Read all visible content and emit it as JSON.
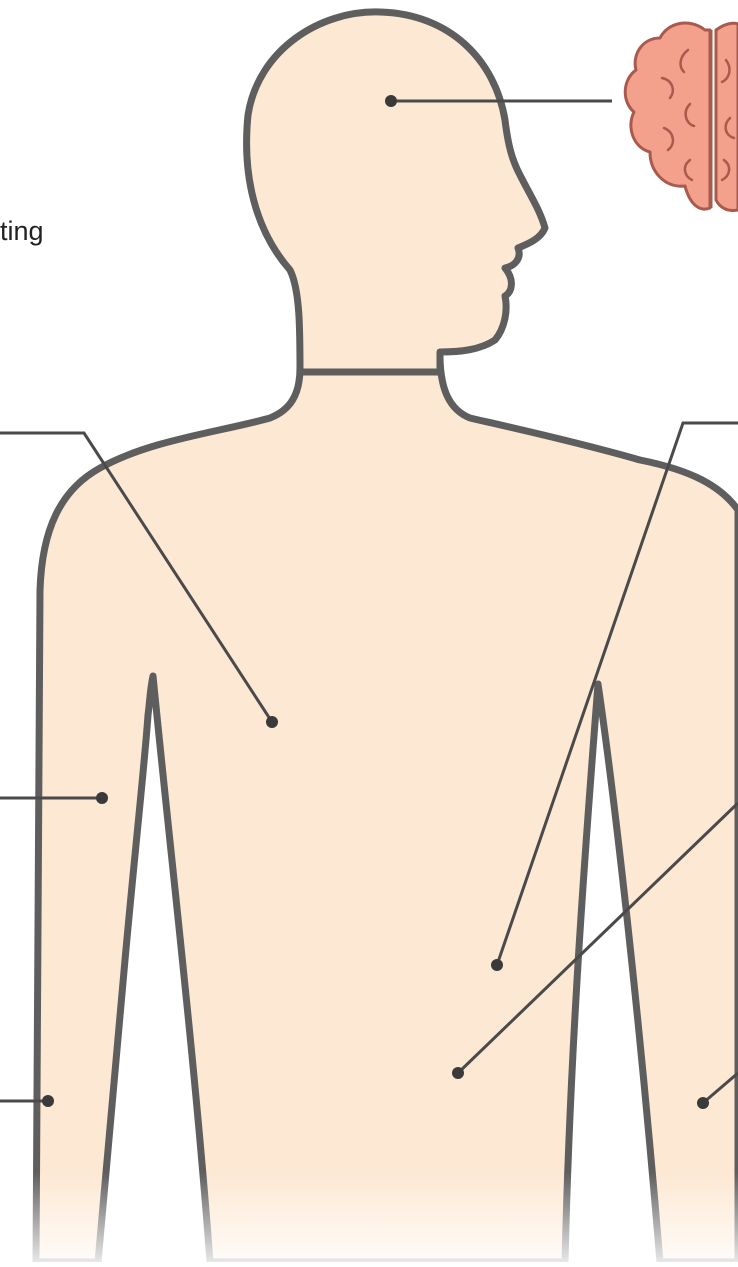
{
  "diagram": {
    "visible_text_fragment": "ting",
    "colors": {
      "skin": "#fde8d3",
      "outline": "#5e5e5e",
      "leader_line": "#4a4a4a",
      "brain_fill": "#f3a08c",
      "brain_stroke": "#a85a4d",
      "text": "#222222"
    },
    "icons": [
      "brain-icon"
    ],
    "leader_lines": [
      {
        "name": "leader-head-to-brain",
        "target": "head"
      },
      {
        "name": "leader-upper-left-chest",
        "target": "chest"
      },
      {
        "name": "leader-left-upper-arm",
        "target": "upper-arm"
      },
      {
        "name": "leader-left-forearm",
        "target": "forearm"
      },
      {
        "name": "leader-upper-right-abdomen",
        "target": "abdomen"
      },
      {
        "name": "leader-lower-right-abdomen",
        "target": "abdomen"
      },
      {
        "name": "leader-right-forearm",
        "target": "forearm"
      }
    ]
  }
}
